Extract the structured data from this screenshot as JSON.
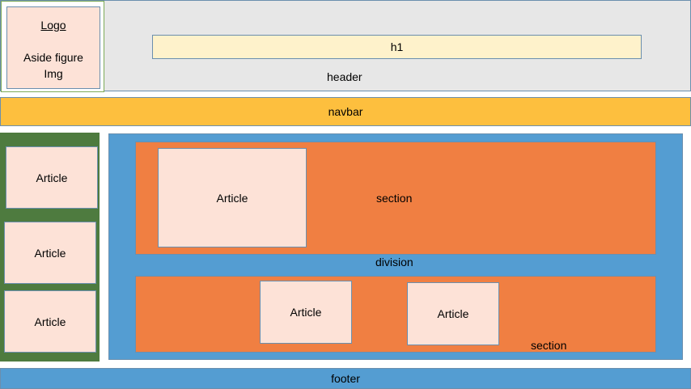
{
  "header": {
    "label": "header",
    "logo": "Logo",
    "aside_figure": "Aside figure",
    "img": "Img",
    "h1": "h1"
  },
  "navbar": {
    "label": "navbar"
  },
  "aside": {
    "articles": [
      "Article",
      "Article",
      "Article"
    ]
  },
  "division": {
    "label": "division",
    "section1": {
      "label": "section",
      "article": "Article"
    },
    "section2": {
      "label": "section",
      "articles": [
        "Article",
        "Article"
      ]
    }
  },
  "footer": {
    "label": "footer"
  },
  "colors": {
    "header_bg": "#e7e7e7",
    "navbar_bg": "#fdbf3e",
    "aside_bg": "#4e7b3f",
    "division_bg": "#549dd2",
    "section_bg": "#f07f42",
    "article_bg": "#fde2d7",
    "h1_bg": "#fef2cb",
    "footer_bg": "#549dd2"
  }
}
